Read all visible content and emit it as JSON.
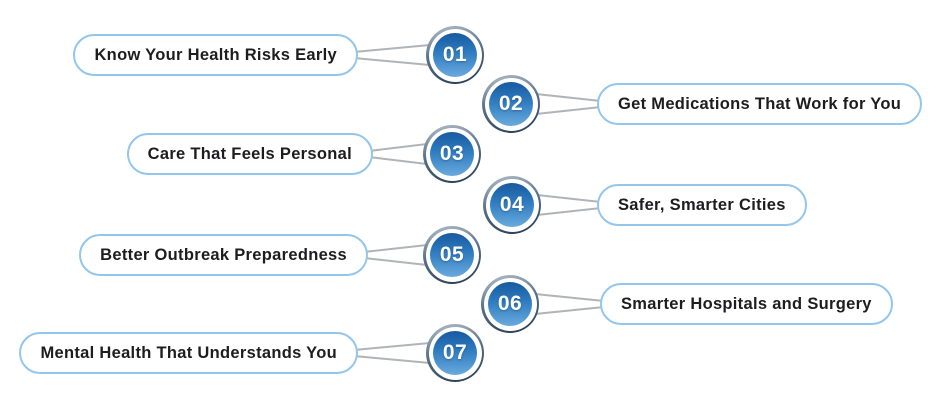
{
  "figure": {
    "title": "",
    "items": [
      {
        "number": "01",
        "label": "Know Your Health Risks Early",
        "side": "left"
      },
      {
        "number": "02",
        "label": "Get Medications That Work for You",
        "side": "right"
      },
      {
        "number": "03",
        "label": "Care That Feels Personal",
        "side": "left"
      },
      {
        "number": "04",
        "label": "Safer, Smarter Cities",
        "side": "right"
      },
      {
        "number": "05",
        "label": "Better Outbreak Preparedness",
        "side": "left"
      },
      {
        "number": "06",
        "label": "Smarter Hospitals and Surgery",
        "side": "right"
      },
      {
        "number": "07",
        "label": "Mental Health That Understands You",
        "side": "left"
      }
    ],
    "colors": {
      "pill_border": "#93c6ec",
      "label_text": "#1d1d1f",
      "connector": "#b0b4b8",
      "circle_top": "#17599f",
      "circle_mid": "#2f7cc0",
      "circle_bottom": "#6aaadd",
      "ring_top": "#b7c2cc",
      "ring_mid": "#5a7288",
      "ring_bottom": "#22384f",
      "number_text": "#ffffff",
      "background": "#ffffff"
    }
  }
}
